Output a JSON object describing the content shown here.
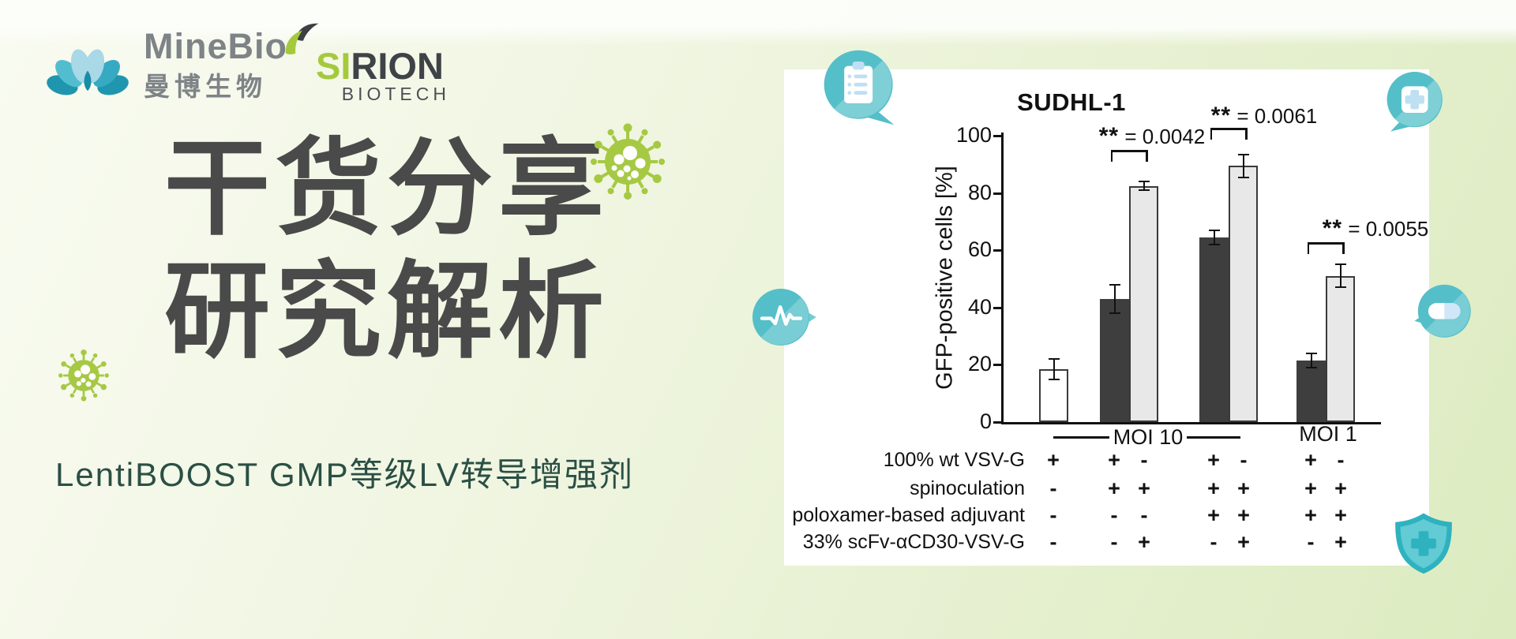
{
  "branding": {
    "minebio": {
      "name": "MineBio",
      "cn": "曼博生物"
    },
    "sirion": {
      "si": "SI",
      "rion": "RION",
      "sub": "BIOTECH"
    }
  },
  "headline": {
    "line1": "干货分享",
    "line2": "研究解析"
  },
  "subtitle": "LentiBOOST GMP等级LV转导增强剂",
  "icons": {
    "clipboard": "clipboard-list-bubble",
    "medical_cross": "medical-cross-bubble",
    "pulse": "heartbeat-pulse-bubble",
    "capsule": "pill-capsule-bubble",
    "shield": "shield-cross",
    "virus": "virus"
  },
  "colors": {
    "background_green": "#e3efca",
    "teal_accent": "#54bfc8",
    "icon_blue": "#bfdff3",
    "virus_green": "#a6c943",
    "headline_gray": "#4a4a4a",
    "subtitle_green": "#2b4f45",
    "sirion_green": "#a5c93d",
    "logo_gray": "#7e8387",
    "bar_dark": "#3e3e3e",
    "bar_light": "#e8e8e8"
  },
  "chart_data": {
    "type": "bar",
    "title": "SUDHL-1",
    "xlabel": "",
    "ylabel": "GFP-positive cells [%]",
    "ylim": [
      0,
      100
    ],
    "yticks": [
      0,
      20,
      40,
      60,
      80,
      100
    ],
    "grid": false,
    "legend_position": "none",
    "bars": [
      {
        "group": "MOI 10",
        "style": "white",
        "value": 18.5,
        "error": 3.5
      },
      {
        "group": "MOI 10",
        "style": "dark",
        "value": 43,
        "error": 5
      },
      {
        "group": "MOI 10",
        "style": "light",
        "value": 82.5,
        "error": 1.5
      },
      {
        "group": "MOI 10",
        "style": "dark",
        "value": 64.5,
        "error": 2.5
      },
      {
        "group": "MOI 10",
        "style": "light",
        "value": 89.5,
        "error": 4
      },
      {
        "group": "MOI 1",
        "style": "dark",
        "value": 21.5,
        "error": 2.5
      },
      {
        "group": "MOI 1",
        "style": "light",
        "value": 51,
        "error": 4
      }
    ],
    "significance": [
      {
        "label": "** = 0.0042",
        "bars": [
          1,
          2
        ]
      },
      {
        "label": "** = 0.0061",
        "bars": [
          3,
          4
        ]
      },
      {
        "label": "** = 0.0055",
        "bars": [
          5,
          6
        ]
      }
    ],
    "moi_labels": [
      "MOI 10",
      "MOI 1"
    ],
    "condition_rows": [
      {
        "label": "100% wt VSV-G",
        "signs": [
          "+",
          "+",
          "-",
          "+",
          "-",
          "+",
          "-"
        ]
      },
      {
        "label": "spinoculation",
        "signs": [
          "-",
          "+",
          "+",
          "+",
          "+",
          "+",
          "+"
        ]
      },
      {
        "label": "poloxamer-based adjuvant",
        "signs": [
          "-",
          "-",
          "-",
          "+",
          "+",
          "+",
          "+"
        ]
      },
      {
        "label": "33% scFv-αCD30-VSV-G",
        "signs": [
          "-",
          "-",
          "+",
          "-",
          "+",
          "-",
          "+"
        ]
      }
    ]
  }
}
